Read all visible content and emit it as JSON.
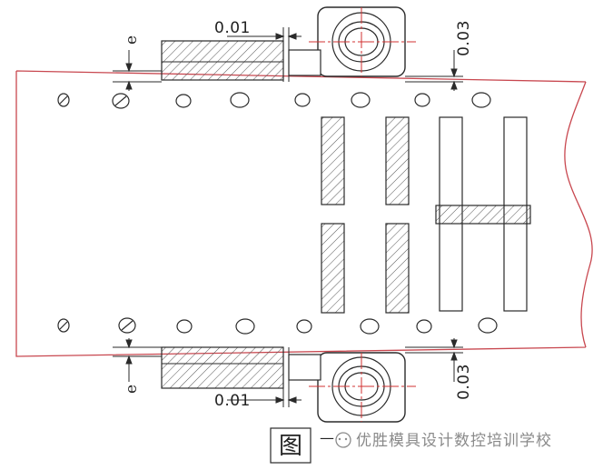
{
  "dimensions": {
    "top_left": "0.01",
    "top_right": "0.03",
    "bottom_left": "0.01",
    "bottom_right": "0.03",
    "gap_symbol": "e"
  },
  "caption": {
    "figure_char": "图",
    "figure_number": "—"
  },
  "watermark": {
    "text": "优胜模具设计数控培训学校"
  },
  "colors": {
    "outline": "#c8474f",
    "line": "#2a2a2a",
    "hatch": "#555555",
    "center": "#d23030",
    "watermark": "#8a8a8a"
  }
}
